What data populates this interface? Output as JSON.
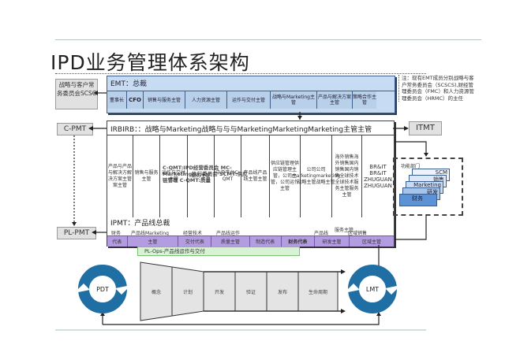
{
  "title": "IPD业务管理体系架构",
  "left_boxes": {
    "scsc": "战略与客户常务委员会SCSC",
    "cpmt": "C-PMT",
    "plpmt": "PL-PMT"
  },
  "itmt": "ITMT",
  "emt": {
    "title": "EMT：总裁",
    "members": [
      "董事长",
      "CFO",
      "销售与服务主管",
      "人力资源主管",
      "运作与交付主管",
      "战略与Marketing主管",
      "产品与解决方案主管",
      "策略合作主管"
    ]
  },
  "note": "注：现有EMT成员分别战略与客户常务委员会（SCSCS),财经管理委员会（FMC）和人力资源管理委员会（HRMC）的主任",
  "irb": {
    "title": "IRBIRB：：战略与Marketing战略与与与MarketingMarketingMarketing主管主管",
    "columns": [
      "产品与产品与解决方解决方案主管案主管",
      "销售与服务主管",
      "运作与交付主管",
      "服务主管",
      "中央平台C-QMT",
      "产品线产品线主管主管",
      "供应链管理供应链管理主管，公司主管，公司运作主管",
      "公司公司marketingmarketing战略主管战略主管",
      "海外销售海外销售国内销售国内销售全球技术全球技术服务主管服务主管",
      "BR&IT BR&IT ZHUGUAN ZHUGUAN"
    ],
    "overlay": "C-QMT:IPD经营委员会 MC-Marketing执行委员会 SCMT:供应链管理 C-QMT:质量"
  },
  "ipmt": {
    "title": "IPMT：产品线总裁",
    "upper_labels": [
      "财务",
      "产品线Marketing",
      "经营技术",
      "产品线运作",
      "服务主管",
      "产品线",
      "区域销售"
    ],
    "bar_cells": [
      "代表",
      "主管",
      "交付代表",
      "质量主管",
      "制造代表",
      "财务代表",
      "研发主管",
      "区域主管"
    ]
  },
  "pl_ops": "PL-Ops-产品线运作与交付",
  "functions": {
    "label": "功能部门",
    "departments": [
      "SCM",
      "销售",
      "Marketing",
      "研发",
      "财务"
    ]
  },
  "pdt": "PDT",
  "lmt": "LMT",
  "phases": [
    "概念",
    "计划",
    "开发",
    "验证",
    "发布",
    "生命周期"
  ],
  "colors": {
    "emt_fill": "#c7dcf2",
    "purple_bar": "#b39ce0",
    "pl_ops_fill": "#d7f3d3",
    "ring_blue": "#1f6ea4",
    "dept_blue": "#5b93d6"
  }
}
